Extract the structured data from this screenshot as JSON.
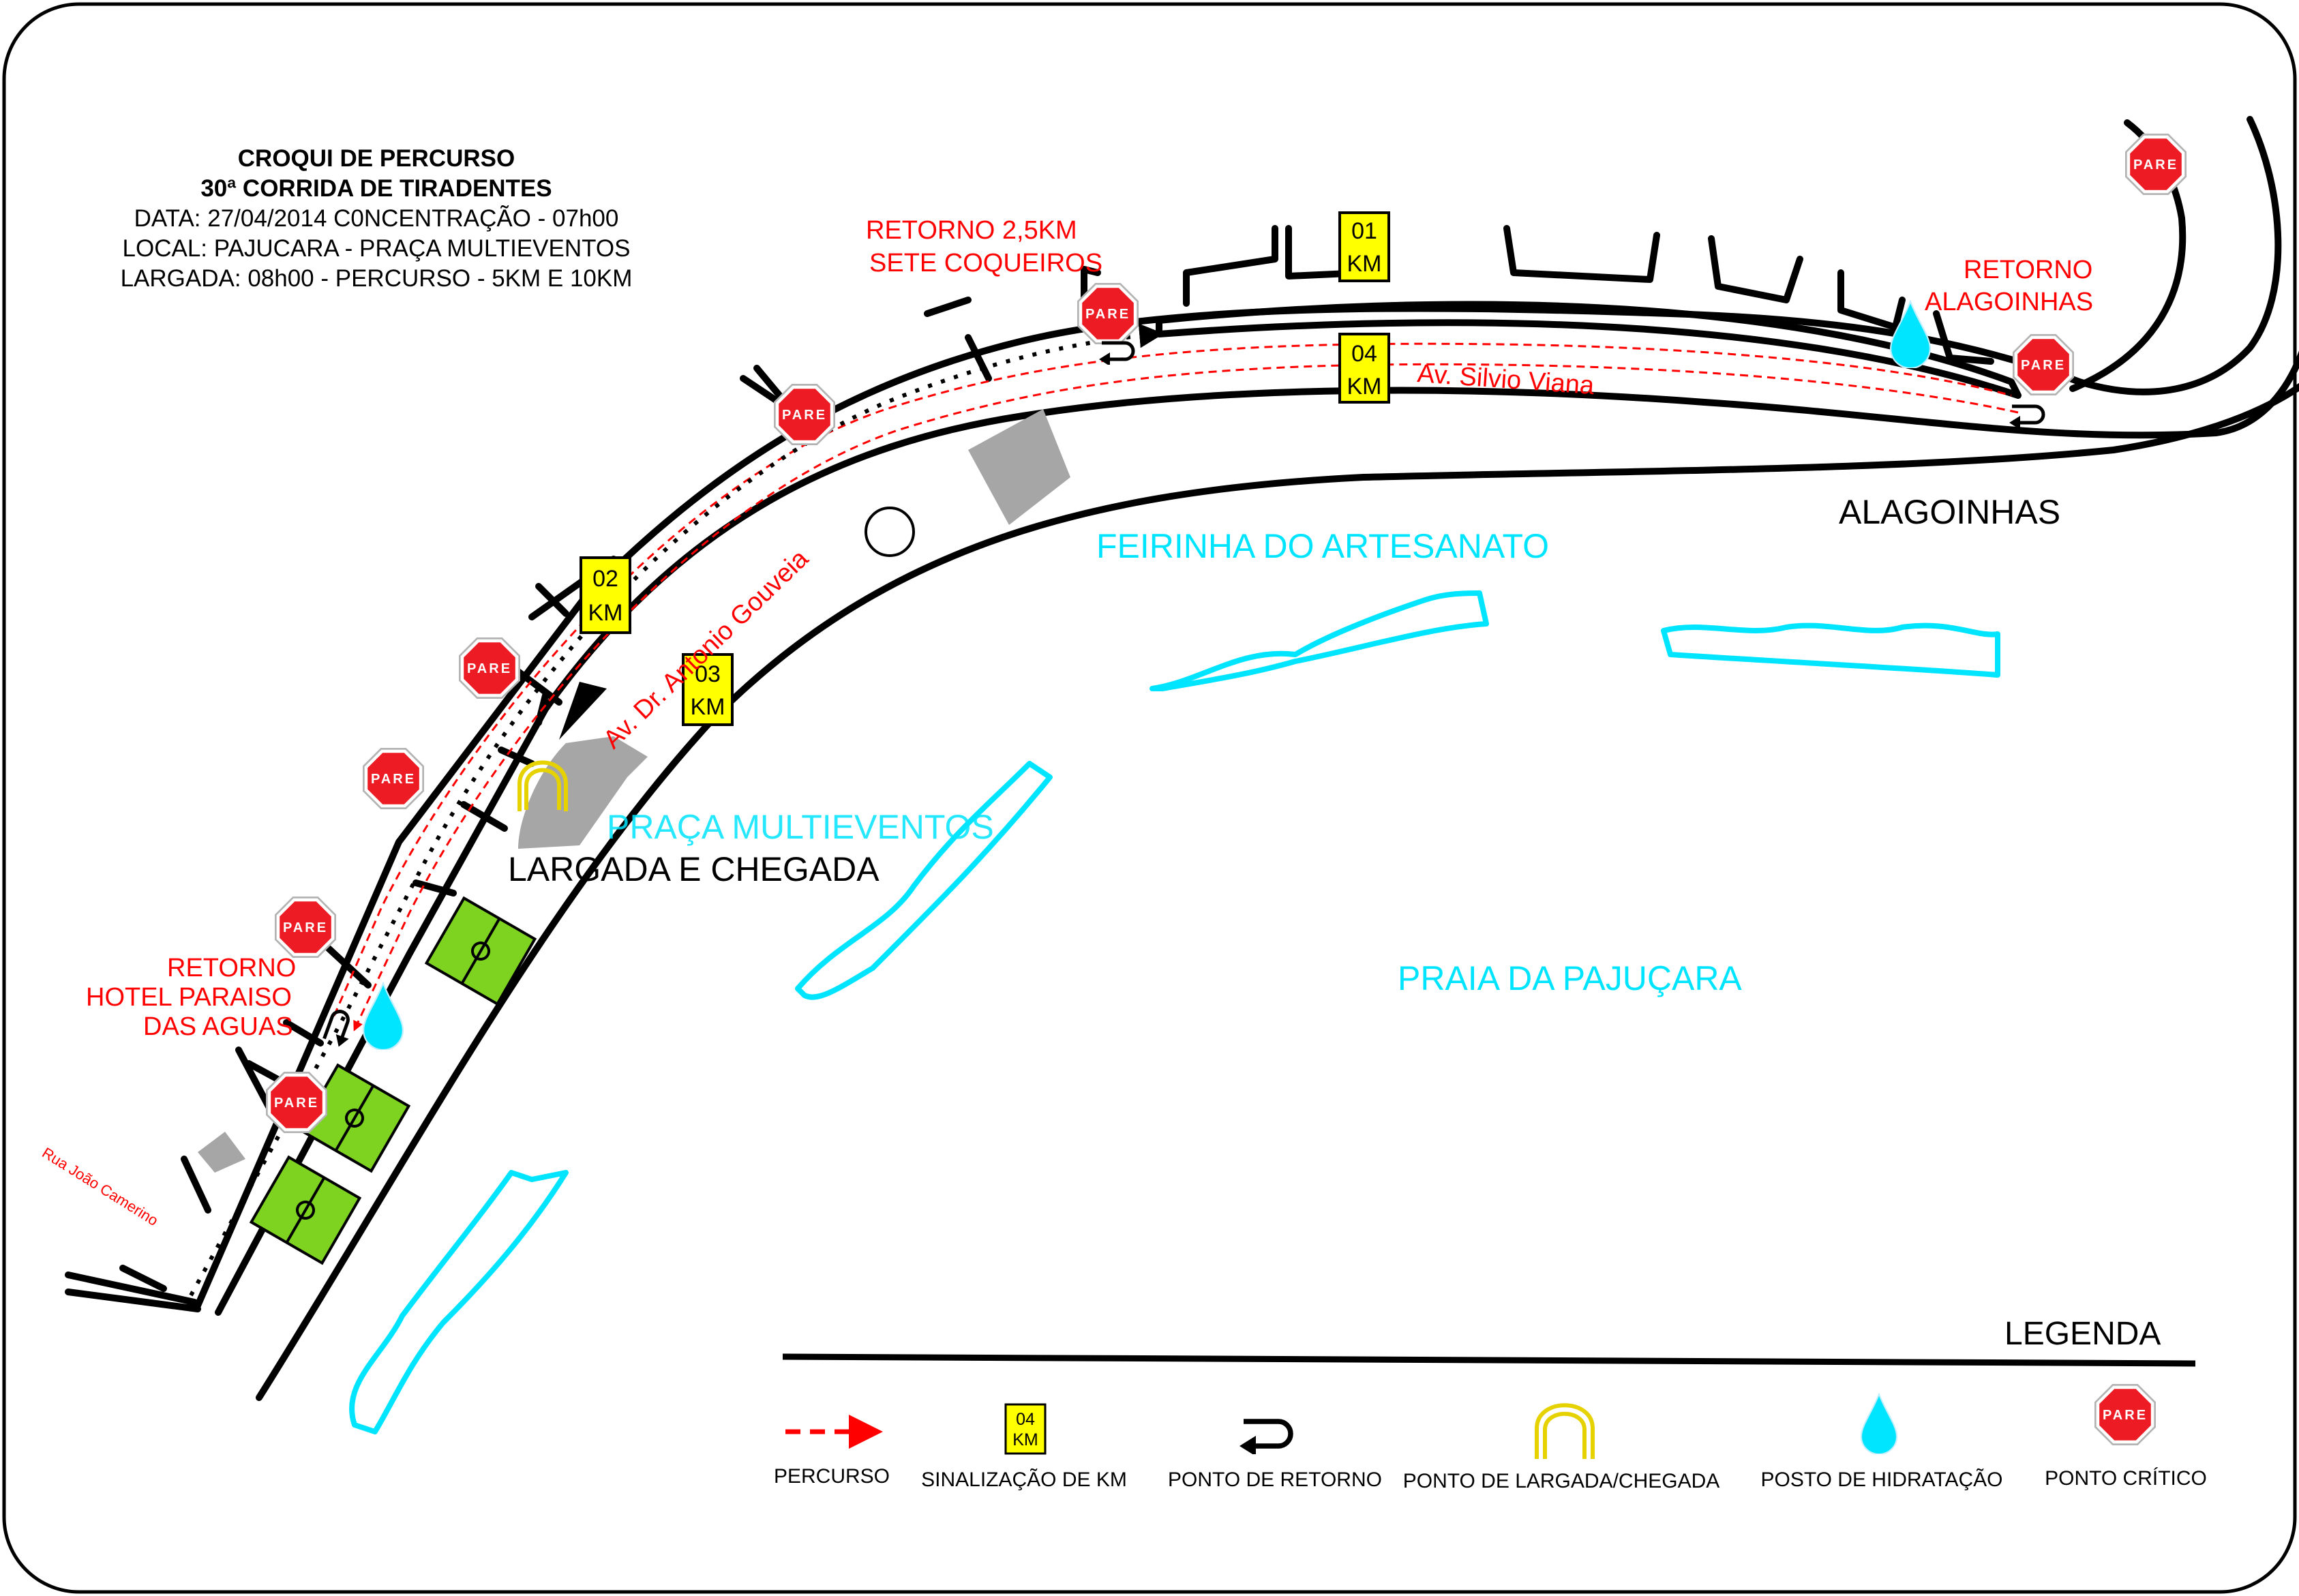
{
  "header": {
    "line1": "CROQUI DE PERCURSO",
    "line2": "30ª CORRIDA DE TIRADENTES",
    "line3": "DATA: 27/04/2014 C0NCENTRAÇÃO - 07h00",
    "line4": "LOCAL: PAJUCARA  - PRAÇA MULTIEVENTOS",
    "line5": "LARGADA: 08h00 - PERCURSO - 5KM E 10KM"
  },
  "labels": {
    "retorno_sete_1": "RETORNO 2,5KM",
    "retorno_sete_2": "SETE COQUEIROS",
    "retorno_alag_1": "RETORNO",
    "retorno_alag_2": "ALAGOINHAS",
    "retorno_hotel_1": "RETORNO",
    "retorno_hotel_2": "HOTEL PARAISO",
    "retorno_hotel_3": "DAS AGUAS",
    "alagoinhas": "ALAGOINHAS",
    "av_silvio": "Av.  Silvio Viana",
    "av_gouveia": "Av. Dr. Antonio Gouveia",
    "feirinha": "FEIRINHA DO ARTESANATO",
    "praca": "PRAÇA MULTIEVENTOS",
    "largada": "LARGADA E CHEGADA",
    "praia": "PRAIA DA PAJUÇARA",
    "rua_joao": "Rua João Camerino"
  },
  "km_markers": [
    {
      "n": "01",
      "unit": "KM"
    },
    {
      "n": "02",
      "unit": "KM"
    },
    {
      "n": "03",
      "unit": "KM"
    },
    {
      "n": "04",
      "unit": "KM"
    }
  ],
  "stop_sign_text": "PARE",
  "legend": {
    "title": "LEGENDA",
    "percurso": "PERCURSO",
    "km": "SINALIZAÇÃO DE KM",
    "km_icon_n": "04",
    "km_icon_unit": "KM",
    "retorno": "PONTO DE RETORNO",
    "largada": "PONTO DE LARGADA/CHEGADA",
    "hidratacao": "POSTO DE HIDRATAÇÃO",
    "critico": "PONTO CRÍTICO",
    "critico_icon_text": "PARE"
  },
  "colors": {
    "route": "#ff0000",
    "km_fill": "#ffff00",
    "stop_fill": "#ed1c24",
    "water": "#00e5ff",
    "field": "#7ed321",
    "building": "#a6a6a6",
    "start_gate": "#e6d200"
  }
}
